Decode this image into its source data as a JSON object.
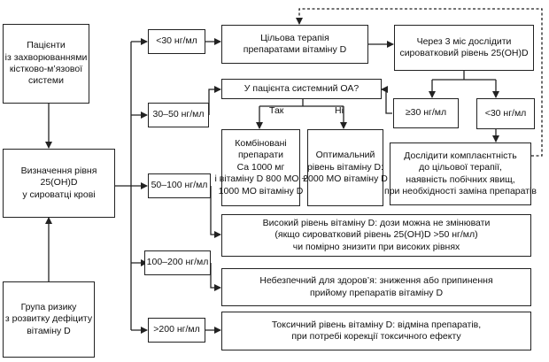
{
  "nodes": {
    "patients": [
      "Пацієнти",
      "із захворюваннями",
      "кістково-м’язової",
      "системи"
    ],
    "measure": [
      "Визначення рівня",
      "25(OH)D",
      "у сироватці крові"
    ],
    "risk_group": [
      "Група ризику",
      "з розвитку дефіциту",
      "вітаміну D"
    ],
    "range_lt30": "<30 нг/мл",
    "range_30_50": "30–50 нг/мл",
    "range_50_100": "50–100 нг/мл",
    "range_100_200": "100–200 нг/мл",
    "range_gt200": ">200 нг/мл",
    "target_therapy": [
      "Цільова терапія",
      "препаратами вітаміну D"
    ],
    "recheck": [
      "Через 3 міс дослідити",
      "сироватковий рівень 25(OH)D"
    ],
    "systemic_oa": "У пацієнта системний ОА?",
    "ge30": "≥30 нг/мл",
    "lt30_after": "<30 нг/мл",
    "combined": [
      "Комбіновані",
      "препарати",
      "Ca 1000 мг",
      "і вітаміну D 800 МО +",
      "1000 МО вітаміну D"
    ],
    "optimal": [
      "Оптимальний",
      "рівень вітаміну D:",
      "2000 МО вітаміну D"
    ],
    "compliance": [
      "Дослідити комплаєнтність",
      "до цільової терапії,",
      "наявність побічних явищ,",
      "при необхідності заміна препаратів"
    ],
    "high_level": [
      "Високий рівень вітаміну D: дози можна не змінювати",
      "(якщо сироватковий рівень 25(OH)D >50 нг/мл)",
      "чи помірно знизити при високих рівнях"
    ],
    "unsafe": [
      "Небезпечний для здоров’я: зниження або припинення",
      "прийому препаратів вітаміну D"
    ],
    "toxic": [
      "Токсичний рівень вітаміну D: відміна препаратів,",
      "при потребі корекції токсичного ефекту"
    ]
  },
  "labels": {
    "yes": "Так",
    "no": "Ні"
  }
}
